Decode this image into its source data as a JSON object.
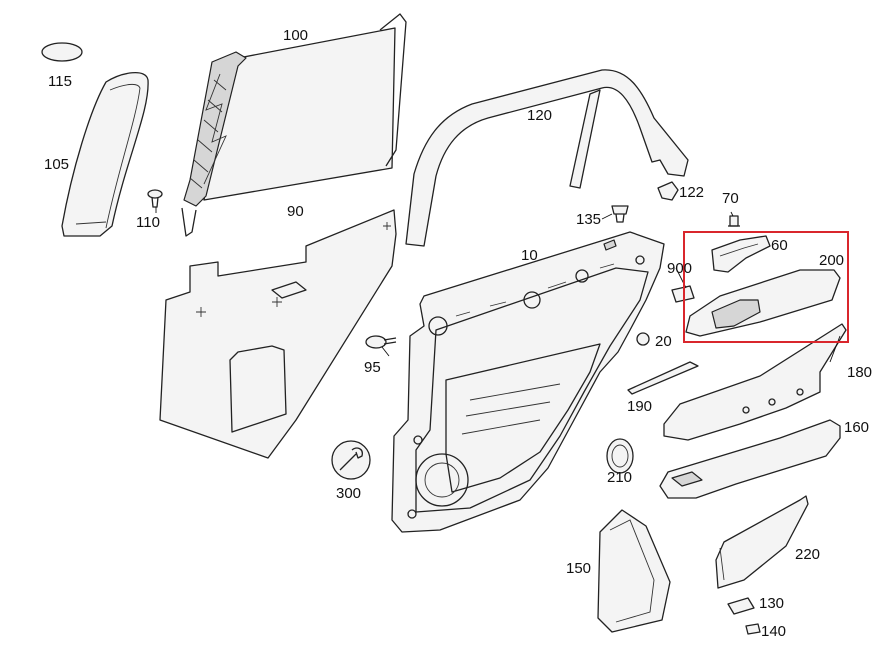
{
  "diagram": {
    "highlight_color": "#d9262c",
    "line_color": "#222222",
    "parts": [
      {
        "id": "part-115",
        "label": "115"
      },
      {
        "id": "part-100",
        "label": "100"
      },
      {
        "id": "part-105",
        "label": "105"
      },
      {
        "id": "part-110",
        "label": "110"
      },
      {
        "id": "part-90",
        "label": "90"
      },
      {
        "id": "part-120",
        "label": "120"
      },
      {
        "id": "part-122",
        "label": "122"
      },
      {
        "id": "part-135",
        "label": "135"
      },
      {
        "id": "part-70",
        "label": "70"
      },
      {
        "id": "part-60",
        "label": "60"
      },
      {
        "id": "part-200",
        "label": "200"
      },
      {
        "id": "part-900",
        "label": "900"
      },
      {
        "id": "part-10",
        "label": "10"
      },
      {
        "id": "part-20",
        "label": "20"
      },
      {
        "id": "part-95",
        "label": "95"
      },
      {
        "id": "part-180",
        "label": "180"
      },
      {
        "id": "part-190",
        "label": "190"
      },
      {
        "id": "part-160",
        "label": "160"
      },
      {
        "id": "part-300",
        "label": "300"
      },
      {
        "id": "part-210",
        "label": "210"
      },
      {
        "id": "part-150",
        "label": "150"
      },
      {
        "id": "part-220",
        "label": "220"
      },
      {
        "id": "part-130",
        "label": "130"
      },
      {
        "id": "part-140",
        "label": "140"
      }
    ]
  }
}
